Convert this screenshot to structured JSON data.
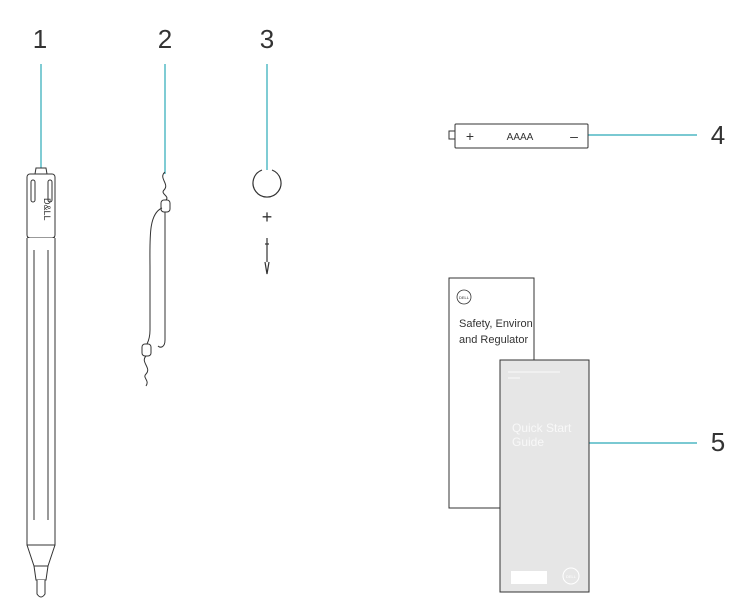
{
  "callouts": [
    {
      "number": "1",
      "item": "pen"
    },
    {
      "number": "2",
      "item": "tether"
    },
    {
      "number": "3",
      "item": "pen-tip-kit"
    },
    {
      "number": "4",
      "item": "battery"
    },
    {
      "number": "5",
      "item": "documentation"
    }
  ],
  "battery": {
    "plus": "+",
    "label": "AAAA",
    "minus": "–"
  },
  "pen_tips": {
    "plus_sign": "+"
  },
  "pen": {
    "brand": "D&LL"
  },
  "documents": {
    "safety_title_line1": "Safety, Environ",
    "safety_title_line2": "and Regulator",
    "logo": "DELL",
    "quick_start_line1": "Quick Start",
    "quick_start_line2": "Guide"
  },
  "colors": {
    "leader": "#2aa9b8",
    "outline": "#333333",
    "guide_fill": "#e6e6e6"
  }
}
